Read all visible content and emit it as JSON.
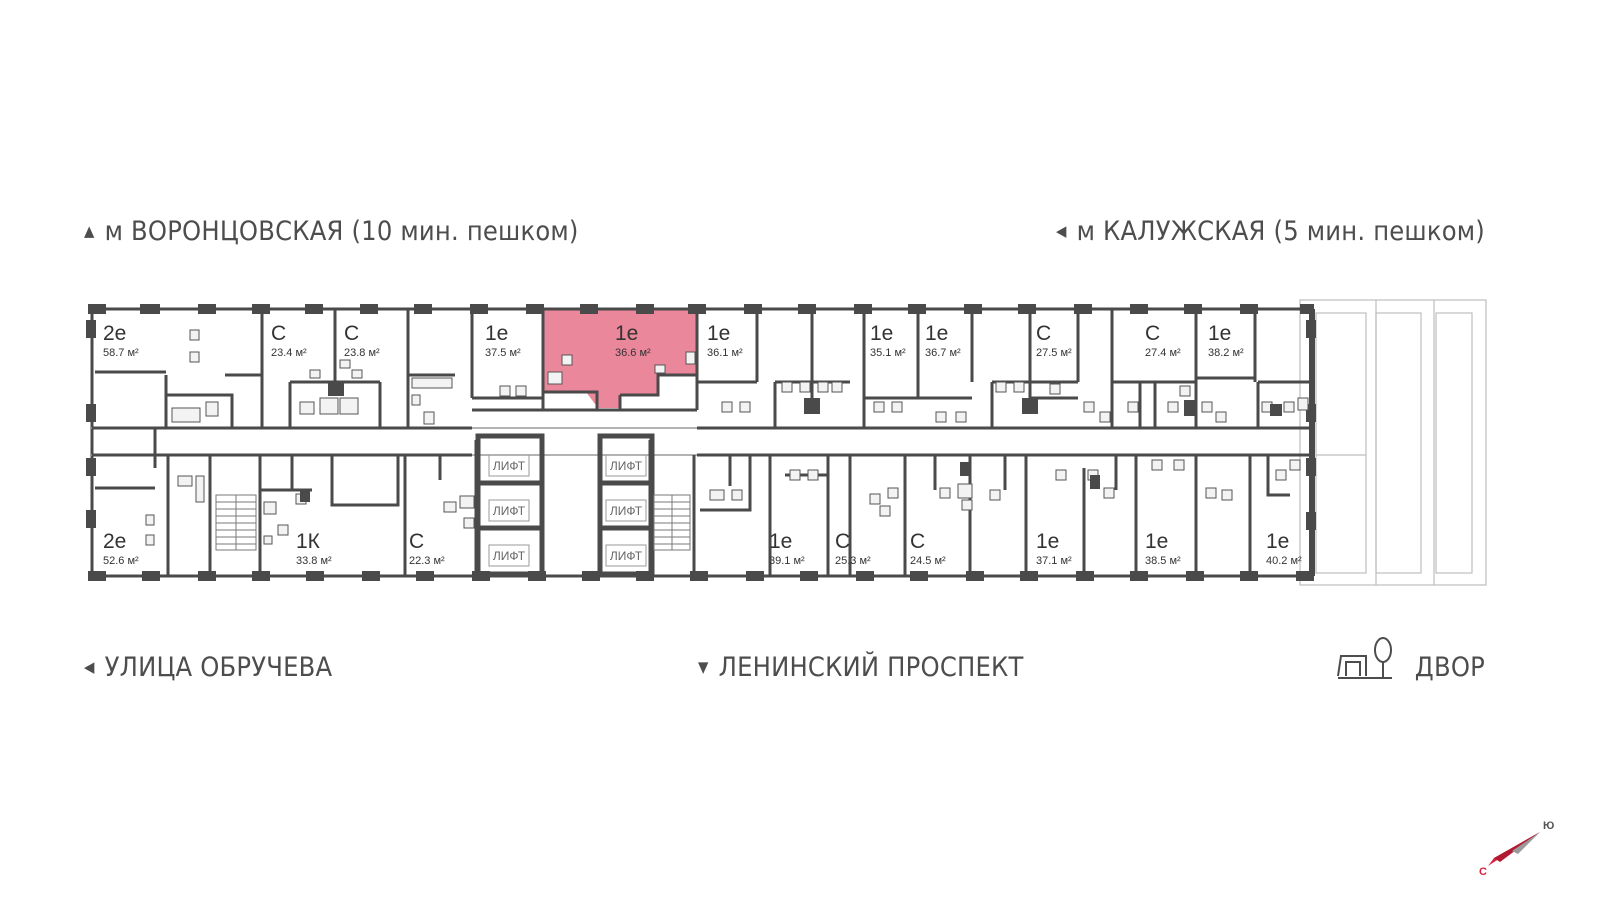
{
  "directions": {
    "top_left": {
      "arrow": "▲",
      "text": "м ВОРОНЦОВСКАЯ  (10 мин. пешком)"
    },
    "top_right": {
      "arrow": "◀",
      "text": "м КАЛУЖСКАЯ (5 мин. пешком)"
    },
    "bottom_left": {
      "arrow": "◀",
      "text": "УЛИЦА ОБРУЧЕВА"
    },
    "bottom_middle": {
      "arrow": "▼",
      "text": "ЛЕНИНСКИЙ ПРОСПЕКТ"
    },
    "bottom_right": {
      "text": "ДВОР"
    }
  },
  "apartments_top": [
    {
      "type": "2е",
      "area": "58.7 м²",
      "selected": false
    },
    {
      "type": "С",
      "area": "23.4 м²",
      "selected": false
    },
    {
      "type": "С",
      "area": "23.8 м²",
      "selected": false
    },
    {
      "type": "1е",
      "area": "37.5 м²",
      "selected": false
    },
    {
      "type": "1е",
      "area": "36.6 м²",
      "selected": true
    },
    {
      "type": "1е",
      "area": "36.1 м²",
      "selected": false
    },
    {
      "type": "1е",
      "area": "35.1 м²",
      "selected": false
    },
    {
      "type": "1е",
      "area": "36.7 м²",
      "selected": false
    },
    {
      "type": "С",
      "area": "27.5 м²",
      "selected": false
    },
    {
      "type": "С",
      "area": "27.4 м²",
      "selected": false
    },
    {
      "type": "1е",
      "area": "38.2 м²",
      "selected": false
    }
  ],
  "apartments_bottom": [
    {
      "type": "2е",
      "area": "52.6 м²",
      "selected": false
    },
    {
      "type": "1К",
      "area": "33.8 м²",
      "selected": false
    },
    {
      "type": "С",
      "area": "22.3 м²",
      "selected": false
    },
    {
      "type": "1е",
      "area": "39.1 м²",
      "selected": false
    },
    {
      "type": "С",
      "area": "25.3 м²",
      "selected": false
    },
    {
      "type": "С",
      "area": "24.5 м²",
      "selected": false
    },
    {
      "type": "1е",
      "area": "37.1 м²",
      "selected": false
    },
    {
      "type": "1е",
      "area": "38.5 м²",
      "selected": false
    },
    {
      "type": "1е",
      "area": "40.2 м²",
      "selected": false
    }
  ],
  "lift_label": "ЛИФТ",
  "compass": {
    "north": "С",
    "south": "Ю"
  },
  "colors": {
    "wall": "#4a4a4a",
    "selected": "#e8728a",
    "selected_text": "#333333",
    "compass_north": "#d8233f"
  }
}
